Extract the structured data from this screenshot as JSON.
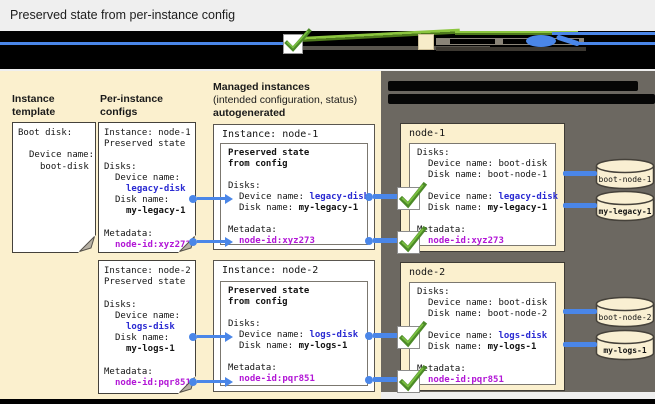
{
  "page": {
    "title": "Preserved state from per-instance config"
  },
  "legend": {
    "icon_names": [
      "blue-connector-line-icon",
      "status-check-icon",
      "green-apply-arrow-icon",
      "template-swatch-icon",
      "gray-flow-arrow-icon",
      "preserved-state-oval-icon"
    ]
  },
  "columns": {
    "instance_template": {
      "line1": "Instance",
      "line2": "template"
    },
    "per_instance_configs": {
      "line1": "Per-instance",
      "line2": "configs"
    },
    "managed_instances": {
      "line1": "Managed instances",
      "line2": "(intended configuration, status)",
      "line3": "autogenerated"
    }
  },
  "template_doc": {
    "boot_disk_label": "Boot disk:",
    "device_name_label": "Device name:",
    "device_name_value": "boot-disk"
  },
  "per_instance_configs": [
    {
      "instance_label": "Instance: node-1",
      "state_label": "Preserved state",
      "disks_label": "Disks:",
      "device_name_label": "Device name:",
      "device_name_value": "legacy-disk",
      "disk_name_label": "Disk name:",
      "disk_name_value": "my-legacy-1",
      "metadata_label": "Metadata:",
      "metadata_value": "node-id:xyz273"
    },
    {
      "instance_label": "Instance: node-2",
      "state_label": "Preserved state",
      "disks_label": "Disks:",
      "device_name_label": "Device name:",
      "device_name_value": "logs-disk",
      "disk_name_label": "Disk name:",
      "disk_name_value": "my-logs-1",
      "metadata_label": "Metadata:",
      "metadata_value": "node-id:pqr851"
    }
  ],
  "managed_instances": [
    {
      "title": "Instance: node-1",
      "preserved_label_1": "Preserved state",
      "preserved_label_2": "from config",
      "disks_label": "Disks:",
      "device_name_label": "Device name:",
      "device_name_value": "legacy-disk",
      "disk_name_label": "Disk name:",
      "disk_name_value": "my-legacy-1",
      "metadata_label": "Metadata:",
      "metadata_value": "node-id:xyz273"
    },
    {
      "title": "Instance: node-2",
      "preserved_label_1": "Preserved state",
      "preserved_label_2": "from config",
      "disks_label": "Disks:",
      "device_name_label": "Device name:",
      "device_name_value": "logs-disk",
      "disk_name_label": "Disk name:",
      "disk_name_value": "my-logs-1",
      "metadata_label": "Metadata:",
      "metadata_value": "node-id:pqr851"
    }
  ],
  "vm_instances": [
    {
      "title": "node-1",
      "disks_label": "Disks:",
      "boot_device_label": "Device name:",
      "boot_device_value": "boot-disk",
      "boot_disk_label": "Disk name:",
      "boot_disk_value": "boot-node-1",
      "stateful_device_label": "Device name:",
      "stateful_device_value": "legacy-disk",
      "stateful_disk_label": "Disk name:",
      "stateful_disk_value": "my-legacy-1",
      "metadata_label": "Metadata:",
      "metadata_value": "node-id:xyz273",
      "disks": [
        {
          "name": "boot-node-1"
        },
        {
          "name": "my-legacy-1"
        }
      ]
    },
    {
      "title": "node-2",
      "disks_label": "Disks:",
      "boot_device_label": "Device name:",
      "boot_device_value": "boot-disk",
      "boot_disk_label": "Disk name:",
      "boot_disk_value": "boot-node-2",
      "stateful_device_label": "Device name:",
      "stateful_device_value": "logs-disk",
      "stateful_disk_label": "Disk name:",
      "stateful_disk_value": "my-logs-1",
      "metadata_label": "Metadata:",
      "metadata_value": "node-id:pqr851",
      "disks": [
        {
          "name": "boot-node-2"
        },
        {
          "name": "my-logs-1"
        }
      ]
    }
  ],
  "colors": {
    "panel_cream": "#fbf0ce",
    "panel_gray": "#6c6861",
    "value_blue": "#2a2ad2",
    "value_magenta": "#b216d6",
    "connector_blue": "#4a86e8",
    "check_green": "#58a332",
    "legend_band": "#000000"
  }
}
